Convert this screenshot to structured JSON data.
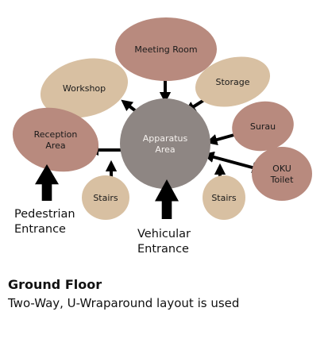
{
  "diagram": {
    "rooms": [
      {
        "id": "meeting",
        "label": [
          "Meeting Room"
        ],
        "shade": "dark",
        "icon": "oval-room"
      },
      {
        "id": "workshop",
        "label": [
          "Workshop"
        ],
        "shade": "light",
        "icon": "oval-room"
      },
      {
        "id": "storage",
        "label": [
          "Storage"
        ],
        "shade": "light",
        "icon": "oval-room"
      },
      {
        "id": "reception",
        "label": [
          "Reception",
          "Area"
        ],
        "shade": "dark",
        "icon": "oval-room"
      },
      {
        "id": "apparatus",
        "label": [
          "Apparatus",
          "Area"
        ],
        "shade": "center",
        "icon": "circle-hub"
      },
      {
        "id": "surau",
        "label": [
          "Surau"
        ],
        "shade": "dark",
        "icon": "oval-room"
      },
      {
        "id": "oku",
        "label": [
          "OKU",
          "Toilet"
        ],
        "shade": "dark",
        "icon": "oval-room"
      },
      {
        "id": "stairs-left",
        "label": [
          "Stairs"
        ],
        "shade": "light",
        "icon": "oval-room"
      },
      {
        "id": "stairs-right",
        "label": [
          "Stairs"
        ],
        "shade": "light",
        "icon": "oval-room"
      }
    ],
    "connections": [
      {
        "from": "apparatus",
        "to": "meeting",
        "type": "two-way"
      },
      {
        "from": "apparatus",
        "to": "workshop",
        "type": "two-way"
      },
      {
        "from": "apparatus",
        "to": "storage",
        "type": "two-way"
      },
      {
        "from": "apparatus",
        "to": "reception",
        "type": "two-way"
      },
      {
        "from": "apparatus",
        "to": "surau",
        "type": "two-way"
      },
      {
        "from": "apparatus",
        "to": "oku",
        "type": "two-way"
      },
      {
        "from": "reception",
        "to": "stairs-left",
        "type": "two-way"
      },
      {
        "from": "apparatus",
        "to": "stairs-right",
        "type": "two-way"
      }
    ],
    "entrances": [
      {
        "id": "pedestrian",
        "label": [
          "Pedestrian",
          "Entrance"
        ],
        "icon": "up-arrow-icon"
      },
      {
        "id": "vehicular",
        "label": [
          "Vehicular",
          "Entrance"
        ],
        "icon": "up-arrow-icon"
      }
    ]
  },
  "caption": {
    "title": "Ground Floor",
    "subtitle": "Two-Way, U-Wraparound layout is used"
  },
  "colors": {
    "dark_room": "#b88a7e",
    "light_room": "#d8c0a2",
    "center_hub": "#8e8683",
    "arrow": "#000000"
  }
}
